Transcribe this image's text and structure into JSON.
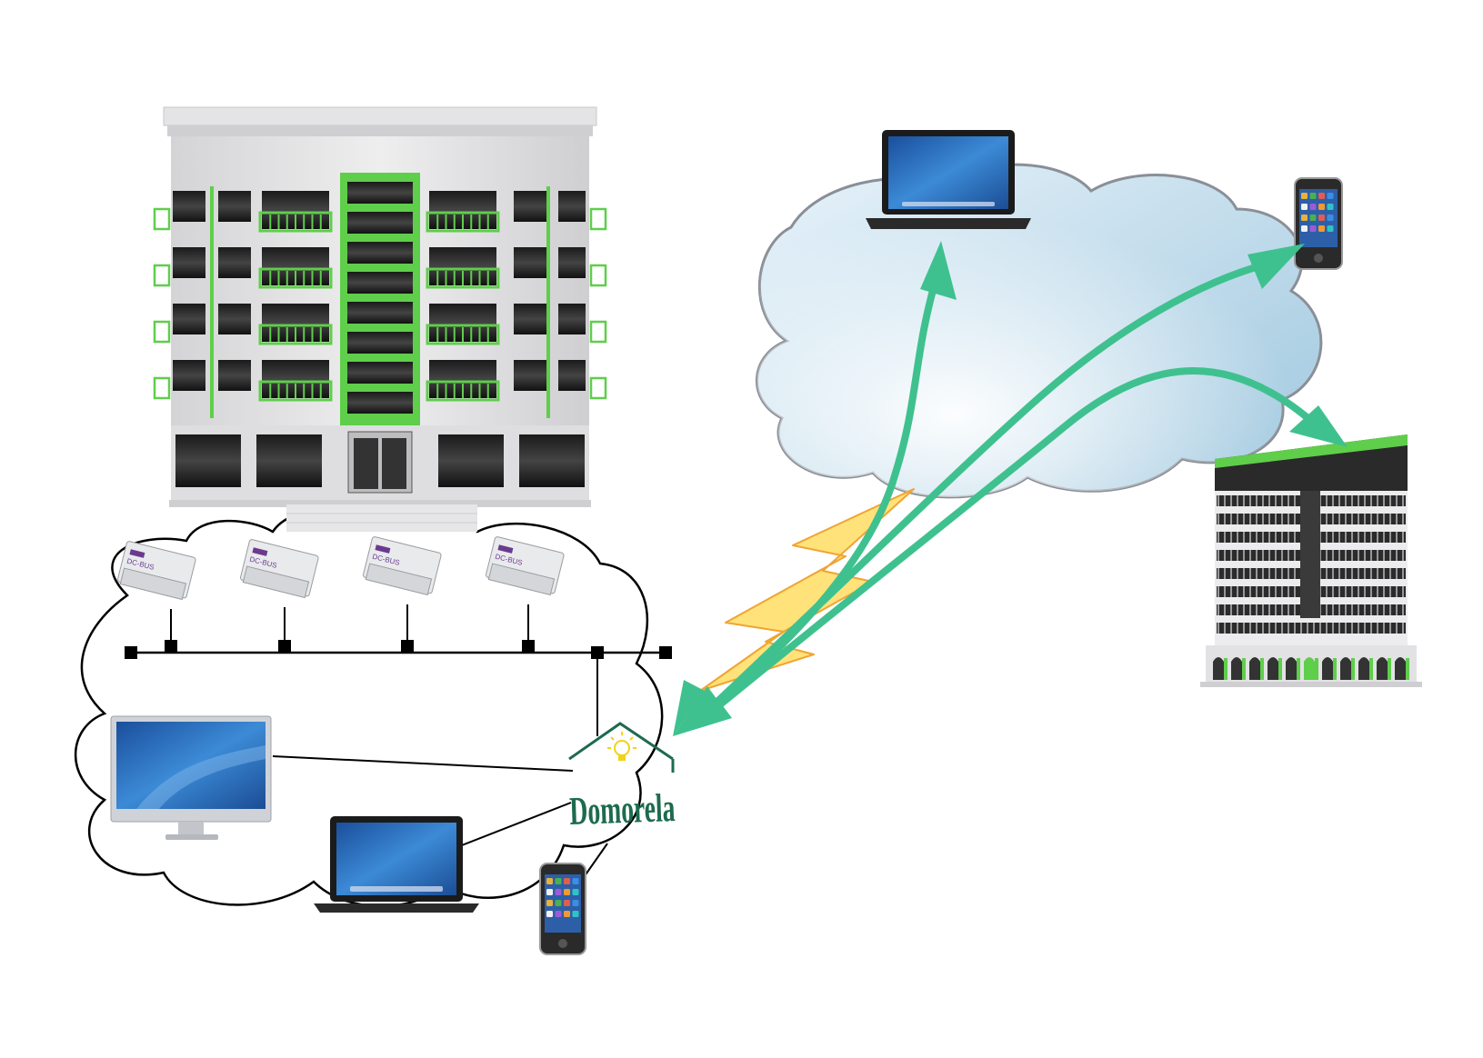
{
  "logo": {
    "text": "Domorela",
    "text_color": "#1d6b4e",
    "bulb_color": "#f2d21b"
  },
  "colors": {
    "arrow": "#3fc18f",
    "cloud_fill_top": "#e8f3fa",
    "cloud_fill_bottom": "#9ec7de",
    "cloud_stroke": "#8a8f97",
    "bolt_fill": "#ffe27a",
    "bolt_stroke": "#f0a431",
    "building_green": "#5fce4b"
  },
  "icons": {
    "residential_building": "apartment-building-icon",
    "office_building": "office-building-icon",
    "modules": "din-rail-module-icon",
    "desktop": "desktop-monitor-icon",
    "laptop": "laptop-icon",
    "phone": "smartphone-icon"
  },
  "bus_modules": [
    {
      "id": "module-1",
      "label": "DC-BUS"
    },
    {
      "id": "module-2",
      "label": "DC-BUS"
    },
    {
      "id": "module-3",
      "label": "DC-BUS"
    },
    {
      "id": "module-4",
      "label": "DC-BUS"
    }
  ]
}
